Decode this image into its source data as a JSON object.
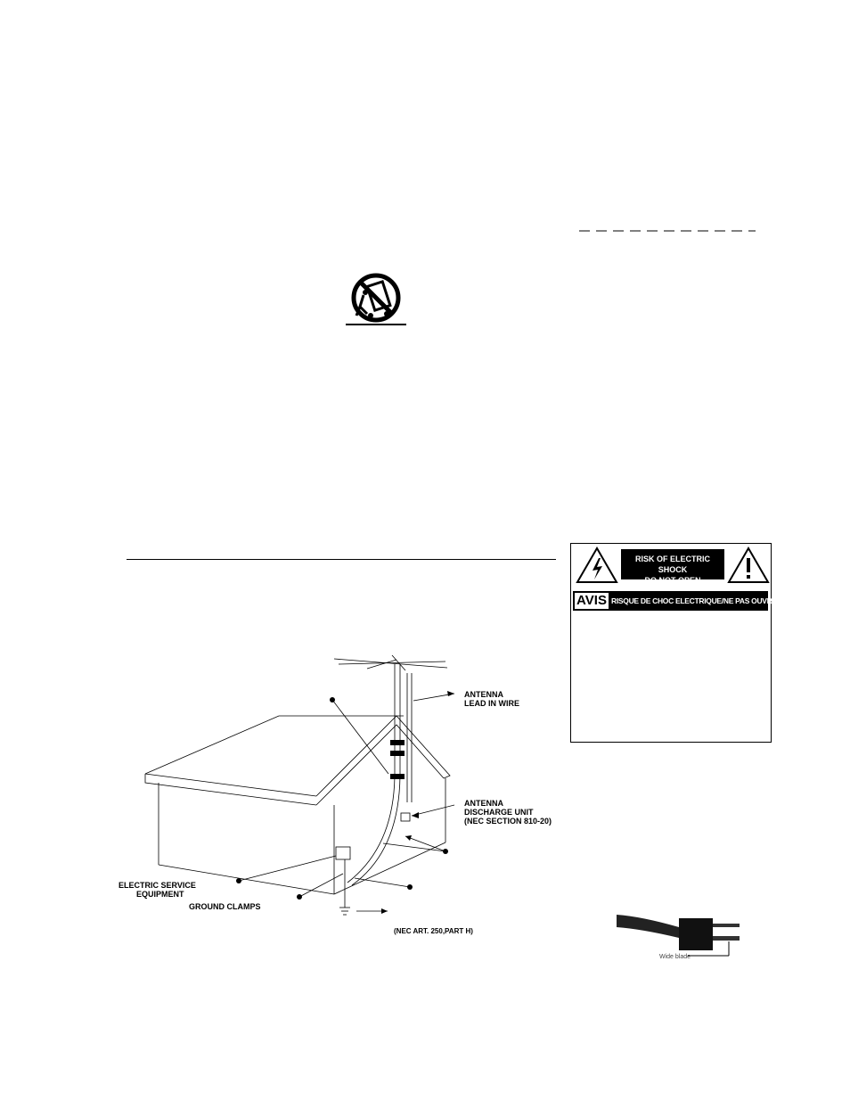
{
  "caution_label": {
    "line1": "RISK OF ELECTRIC SHOCK",
    "line2": "DO NOT OPEN",
    "avis_word": "AVIS",
    "avis_text": "RISQUE DE CHOC ELECTRIQUE/NE PAS OUVRIR"
  },
  "grounding_diagram": {
    "antenna_lead_in_wire": "ANTENNA\nLEAD IN WIRE",
    "antenna_discharge_unit": "ANTENNA\nDISCHARGE UNIT\n(NEC SECTION 810-20)",
    "electric_service_equipment": "ELECTRIC SERVICE\n        EQUIPMENT",
    "ground_clamps": "GROUND CLAMPS",
    "nec_reference": "(NEC ART. 250,PART H)"
  },
  "plug_figure": {
    "label": "Wide blade"
  },
  "icons": [
    "cart-warning-icon",
    "lightning-warning-icon",
    "exclamation-warning-icon",
    "polarized-plug-icon"
  ]
}
